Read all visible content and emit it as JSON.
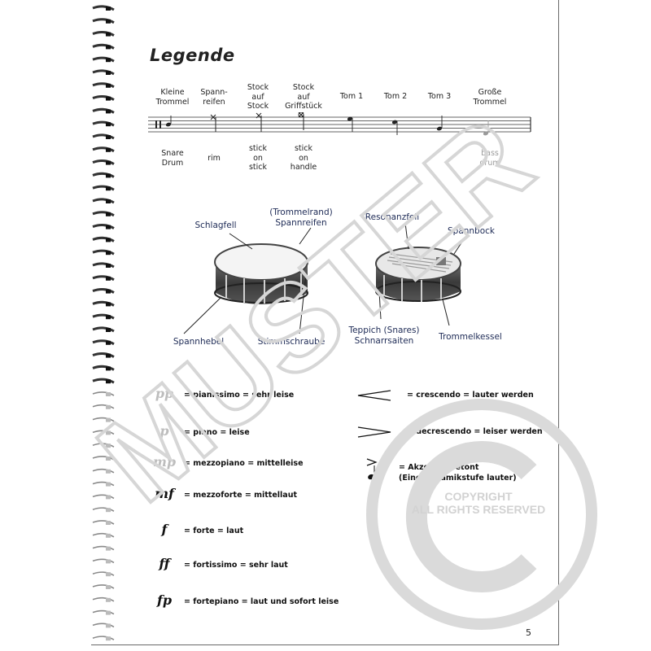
{
  "heading": "Legende",
  "notation_labels": {
    "snare": {
      "de": "Kleine\nTrommel",
      "en": "Snare\nDrum"
    },
    "rim": {
      "de": "Spann-\nreifen",
      "en": "rim"
    },
    "stick_on_stick": {
      "de": "Stock\nauf\nStock",
      "en": "stick\non\nstick"
    },
    "stick_on_handle": {
      "de": "Stock\nauf\nGriffstück",
      "en": "stick\non\nhandle"
    },
    "tom1": {
      "de": "Tom 1"
    },
    "tom2": {
      "de": "Tom 2"
    },
    "tom3": {
      "de": "Tom 3"
    },
    "bass": {
      "de": "Große\nTrommel",
      "en": "bass\ndrum"
    }
  },
  "drum_parts": {
    "schlagfell": "Schlagfell",
    "spannreifen": "(Trommelrand)\nSpannreifen",
    "spannhebel": "Spannhebel",
    "stimmschraube": "Stimmschraube",
    "resonanzfell": "Resonanzfell",
    "spannbock": "Spannbock",
    "teppich": "Teppich (Snares)\nSchnarrsaiten",
    "trommelkessel": "Trommelkessel"
  },
  "dynamics": [
    {
      "symbol": "pp",
      "text": "= pianissimo = sehr leise"
    },
    {
      "symbol": "p",
      "text": "= piano = leise"
    },
    {
      "symbol": "mp",
      "text": "= mezzopiano = mittelleise"
    },
    {
      "symbol": "mf",
      "text": "= mezzoforte = mittellaut"
    },
    {
      "symbol": "f",
      "text": "= forte = laut"
    },
    {
      "symbol": "ff",
      "text": "= fortissimo = sehr laut"
    },
    {
      "symbol": "fp",
      "text": "= fortepiano = laut und sofort leise"
    }
  ],
  "hairpins": [
    {
      "text": "= crescendo = lauter werden"
    },
    {
      "text": "= decrescendo = leiser werden"
    }
  ],
  "accent": {
    "line1": "= Akzent = betont",
    "line2": "(Eine Dynamikstufe lauter)"
  },
  "watermark": {
    "main": "MUSTER",
    "copyright_line1": "COPYRIGHT",
    "copyright_line2": "ALL RIGHTS RESERVED"
  },
  "page_number": "5",
  "colors": {
    "text": "#222222",
    "part_label": "#1d2a55",
    "watermark": "#d9d9d9"
  }
}
